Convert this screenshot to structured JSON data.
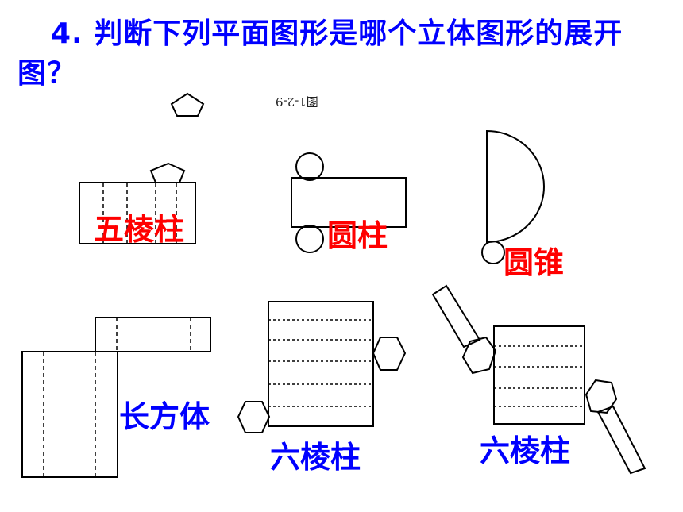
{
  "title": "4. 判断下列平面图形是哪个立体图形的展开图？",
  "figure_caption": "图1-2-9",
  "labels": {
    "fig1": "五棱柱",
    "fig2": "圆柱",
    "fig3": "圆锥",
    "fig4": "长方体",
    "fig5": "六棱柱",
    "fig6": "六棱柱"
  },
  "colors": {
    "title": "#0000ff",
    "answer_red": "#ff0000",
    "answer_blue": "#0000ff"
  }
}
